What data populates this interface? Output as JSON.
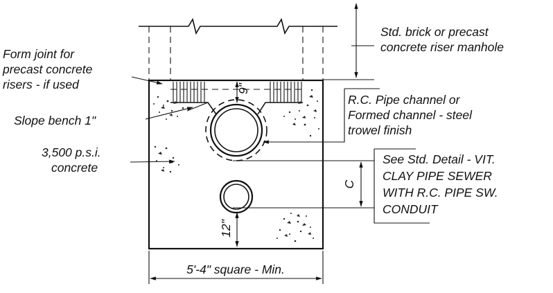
{
  "labels": {
    "riser": [
      "Std. brick or precast",
      "concrete riser manhole"
    ],
    "form_joint": [
      "Form joint for",
      "precast concrete",
      "risers - if used"
    ],
    "slope_bench": "Slope bench 1\"",
    "concrete": [
      "3,500 p.s.i.",
      "concrete"
    ],
    "channel": [
      "R.C. Pipe channel or",
      "Formed channel - steel",
      "trowel finish"
    ],
    "see_detail": [
      "See Std. Detail - VIT.",
      "CLAY PIPE SEWER",
      "WITH R.C. PIPE SW.",
      "CONDUIT"
    ]
  },
  "dimensions": {
    "bench_depth": "9\"",
    "pipe_spacing": "C",
    "bottom_clearance": "12\"",
    "base_width": "5'-4\" square - Min."
  },
  "colors": {
    "ink": "#111111",
    "background": "#ffffff"
  }
}
